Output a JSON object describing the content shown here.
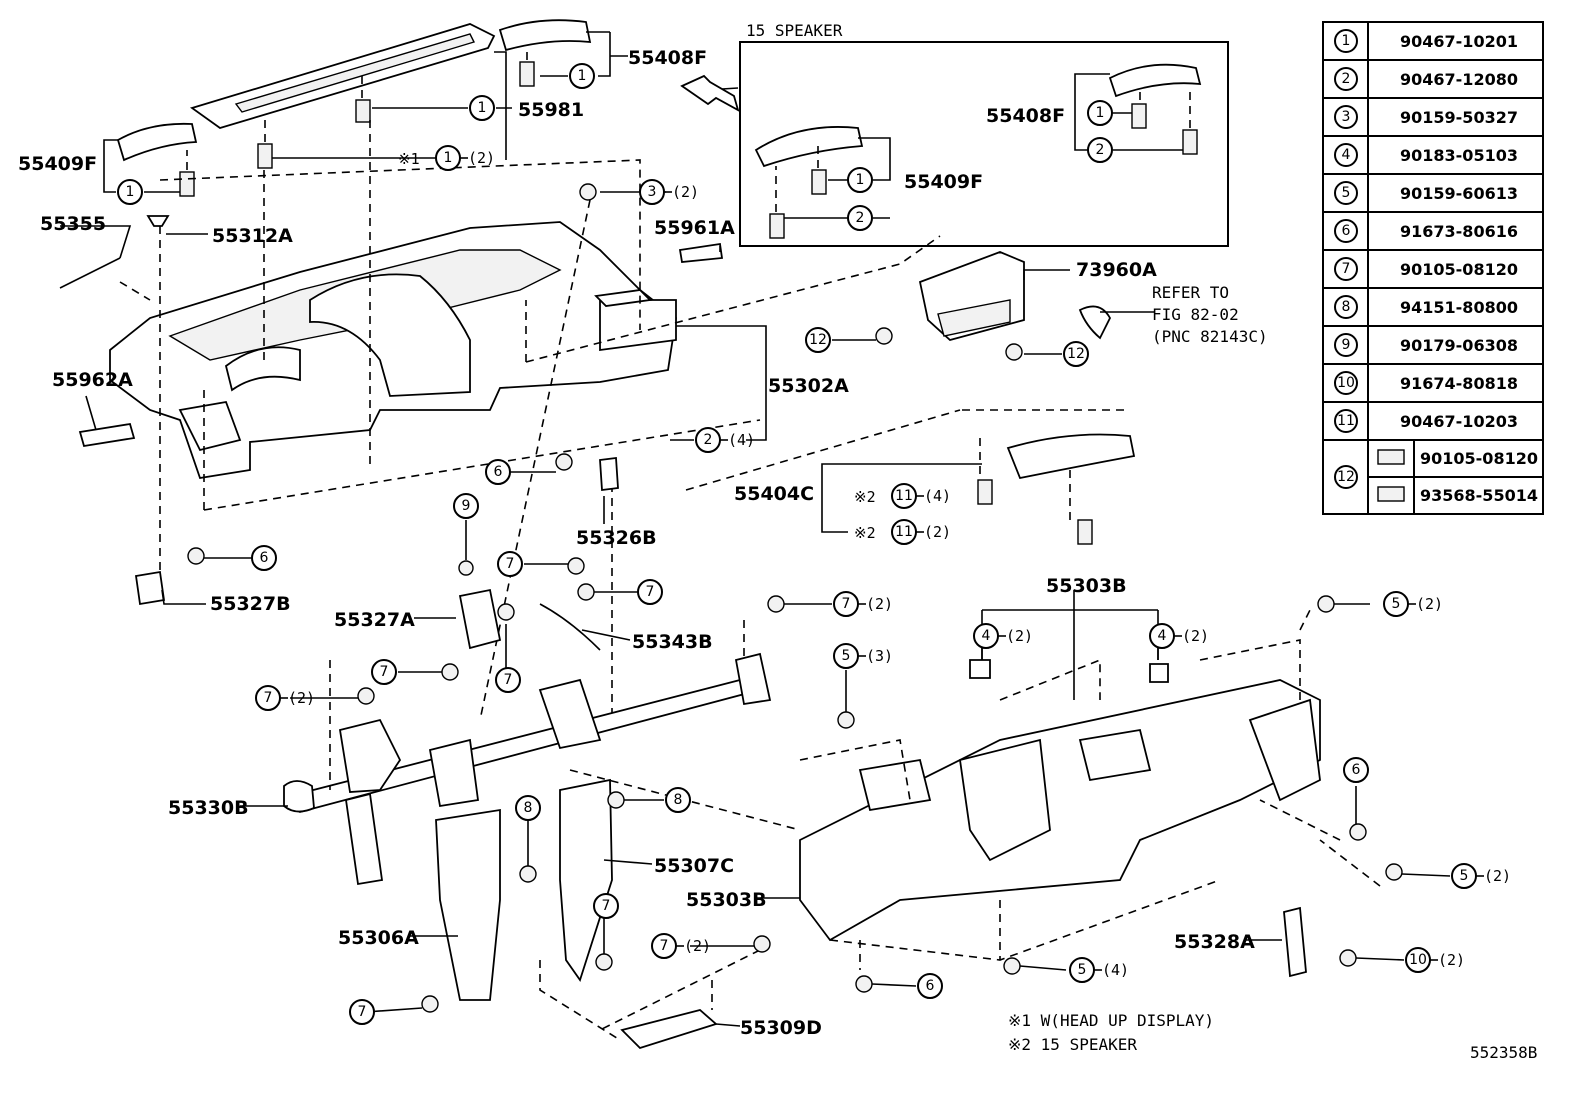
{
  "speaker_box_title": "15 SPEAKER",
  "refer": [
    "REFER TO",
    "FIG 82-02",
    "(PNC 82143C)"
  ],
  "notes": [
    "※1  W(HEAD UP DISPLAY)",
    "※2  15 SPEAKER"
  ],
  "figure_id": "552358B",
  "table": [
    {
      "no": "1",
      "part": "90467-10201"
    },
    {
      "no": "2",
      "part": "90467-12080"
    },
    {
      "no": "3",
      "part": "90159-50327"
    },
    {
      "no": "4",
      "part": "90183-05103"
    },
    {
      "no": "5",
      "part": "90159-60613"
    },
    {
      "no": "6",
      "part": "91673-80616"
    },
    {
      "no": "7",
      "part": "90105-08120"
    },
    {
      "no": "8",
      "part": "94151-80800"
    },
    {
      "no": "9",
      "part": "90179-06308"
    },
    {
      "no": "10",
      "part": "91674-80818"
    },
    {
      "no": "11",
      "part": "90467-10203"
    },
    {
      "no": "12",
      "part": "90105-08120",
      "part2": "93568-55014"
    }
  ],
  "labels": {
    "p55408F_top": "55408F",
    "p55981": "55981",
    "p55409F_left": "55409F",
    "p55355": "55355",
    "p55312A": "55312A",
    "p55961A": "55961A",
    "p55962A": "55962A",
    "p55302A": "55302A",
    "p73960A": "73960A",
    "p55408F_box": "55408F",
    "p55409F_box": "55409F",
    "p55404C": "55404C",
    "p55326B": "55326B",
    "p55327B": "55327B",
    "p55327A": "55327A",
    "p55343B": "55343B",
    "p55303B_top": "55303B",
    "p55330B": "55330B",
    "p55307C": "55307C",
    "p55303B_mid": "55303B",
    "p55306A": "55306A",
    "p55309D": "55309D",
    "p55328A": "55328A"
  },
  "callouts": {
    "c1": {
      "num": "1"
    },
    "c1b": {
      "num": "1"
    },
    "c1c": {
      "num": "1",
      "qty": "(2)",
      "mark": "※1"
    },
    "c1d": {
      "num": "1"
    },
    "c3": {
      "num": "3",
      "qty": "(2)"
    },
    "c12a": {
      "num": "12"
    },
    "c12b": {
      "num": "12"
    },
    "c2a": {
      "num": "2",
      "qty": "(4)"
    },
    "c1box1": {
      "num": "1"
    },
    "c2box1": {
      "num": "2"
    },
    "c1box2": {
      "num": "1"
    },
    "c2box2": {
      "num": "2"
    },
    "c11a": {
      "num": "11",
      "qty": "(4)",
      "mark": "※2"
    },
    "c11b": {
      "num": "11",
      "qty": "(2)",
      "mark": "※2"
    },
    "c6a": {
      "num": "6"
    },
    "c9": {
      "num": "9"
    },
    "c6b": {
      "num": "6"
    },
    "c7a": {
      "num": "7"
    },
    "c7b": {
      "num": "7"
    },
    "c7c": {
      "num": "7",
      "qty": "(2)"
    },
    "c7d": {
      "num": "7"
    },
    "c7e": {
      "num": "7",
      "qty": "(2)"
    },
    "c7f": {
      "num": "7"
    },
    "c4a": {
      "num": "4",
      "qty": "(2)"
    },
    "c4b": {
      "num": "4",
      "qty": "(2)"
    },
    "c5a": {
      "num": "5",
      "qty": "(2)"
    },
    "c5b": {
      "num": "5",
      "qty": "(3)"
    },
    "c6c": {
      "num": "6"
    },
    "c8a": {
      "num": "8"
    },
    "c8b": {
      "num": "8"
    },
    "c7g": {
      "num": "7"
    },
    "c5c": {
      "num": "5",
      "qty": "(2)"
    },
    "c7h": {
      "num": "7",
      "qty": "(2)"
    },
    "c7i": {
      "num": "7"
    },
    "c6d": {
      "num": "6"
    },
    "c5d": {
      "num": "5",
      "qty": "(4)"
    },
    "c10": {
      "num": "10",
      "qty": "(2)"
    }
  }
}
